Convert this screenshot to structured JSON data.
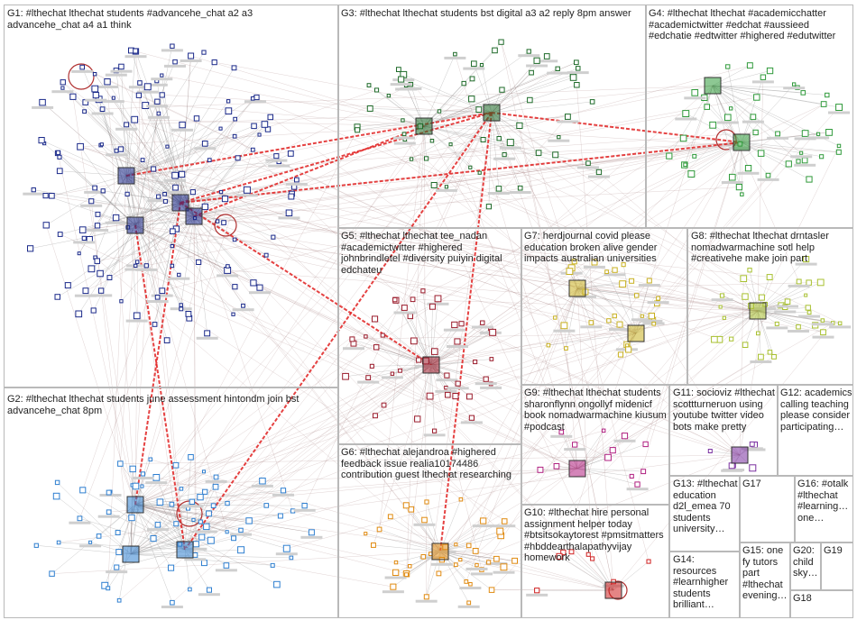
{
  "groups": [
    {
      "id": "G1",
      "label": "G1: #lthechat lthechat students #advancehe_chat a2 a3 advancehe_chat a4 a1 think",
      "color": "#1b2a8a"
    },
    {
      "id": "G2",
      "label": "G2: #lthechat lthechat students june assessment hintondm join bst advancehe_chat 8pm",
      "color": "#2f7fd0"
    },
    {
      "id": "G3",
      "label": "G3: #lthechat lthechat students bst digital a3 a2 reply 8pm answer",
      "color": "#1f6b2a"
    },
    {
      "id": "G4",
      "label": "G4: #lthechat lthechat #academicchatter #academictwitter #edchat #aussieed #edchatie #edtwitter #highered #edutwitter",
      "color": "#2f9a3a"
    },
    {
      "id": "G5",
      "label": "G5: #lthechat lthechat tee_nadan #academictwitter #highered johnbrindletel #diversity puiyin digital edchateu",
      "color": "#9a1a2a"
    },
    {
      "id": "G6",
      "label": "G6: #lthechat alejandroa #highered feedback issue realia10174486 contribution guest lthechat researching",
      "color": "#e08a10"
    },
    {
      "id": "G7",
      "label": "G7: herdjournal covid please education broken alive gender impacts australian universities",
      "color": "#c8b020"
    },
    {
      "id": "G8",
      "label": "G8: #lthechat lthechat drntasler nomadwarmachine sotl help #creativehe make join part",
      "color": "#a8c030"
    },
    {
      "id": "G9",
      "label": "G9: #lthechat lthechat students sharonflynn ongollyf midenicf book nomadwarmachine kiusum #podcast",
      "color": "#b02080"
    },
    {
      "id": "G10",
      "label": "G10: #lthechat hire personal assignment helper today #btsitsokaytorest #pmsitmatters #hbddearthalapathyvijay homework",
      "color": "#d02020"
    },
    {
      "id": "G11",
      "label": "G11: socioviz #lthechat scottturneruon using youtube twitter video bots make pretty",
      "color": "#7a30a0"
    },
    {
      "id": "G12",
      "label": "G12: academics calling teaching please consider participating…",
      "color": "#555555"
    },
    {
      "id": "G13",
      "label": "G13: #lthechat education d2l_emea 70 students university…",
      "color": "#555555"
    },
    {
      "id": "G14",
      "label": "G14: resources #learnhigher students brilliant…",
      "color": "#555555"
    },
    {
      "id": "G15",
      "label": "G15: one fy tutors part #lthechat evening…",
      "color": "#555555"
    },
    {
      "id": "G16",
      "label": "G16: #otalk #lthechat #learning… one…",
      "color": "#555555"
    },
    {
      "id": "G17",
      "label": "G17",
      "color": "#555555"
    },
    {
      "id": "G18",
      "label": "G18",
      "color": "#555555"
    },
    {
      "id": "G19",
      "label": "G19",
      "color": "#555555"
    },
    {
      "id": "G20",
      "label": "G20: child sky…",
      "color": "#555555"
    }
  ]
}
